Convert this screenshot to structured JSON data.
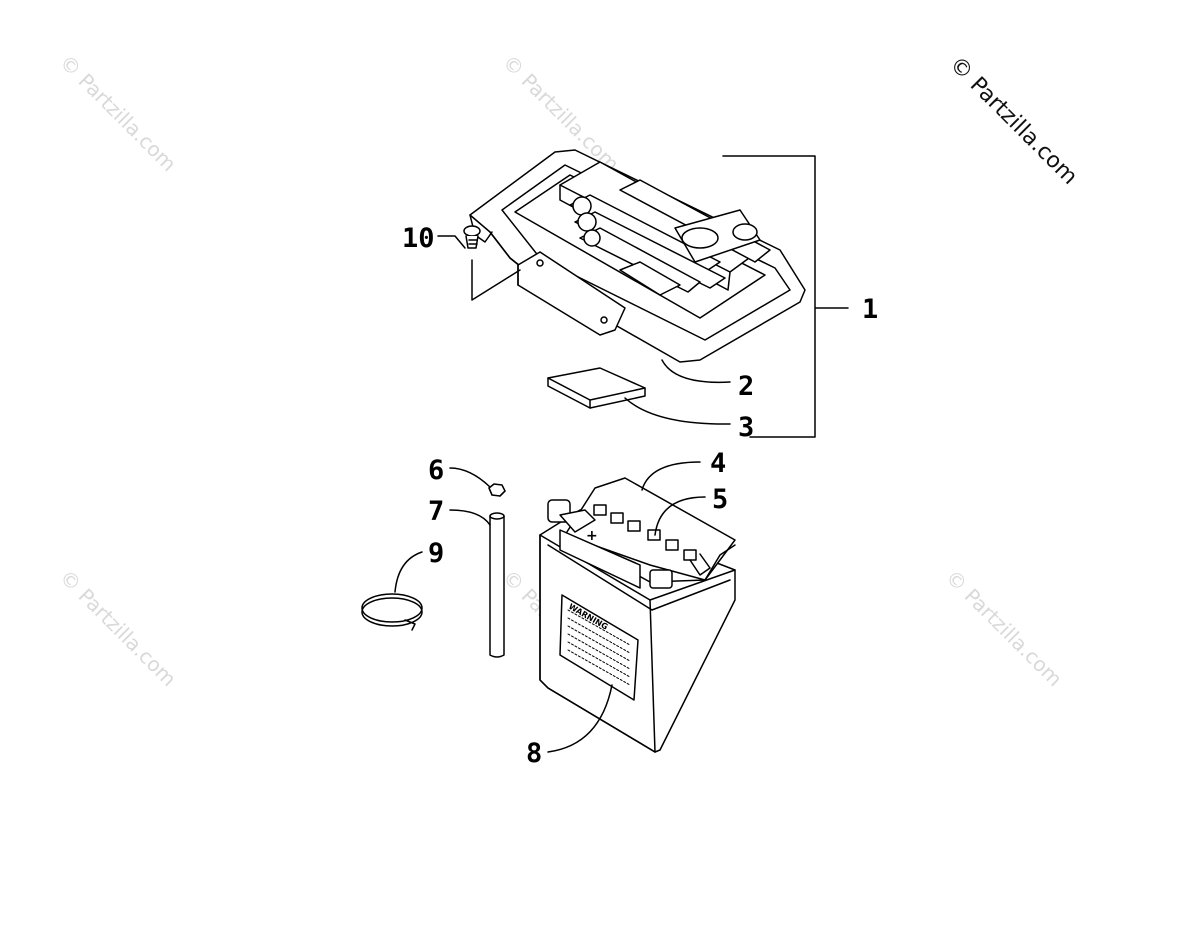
{
  "watermarks": [
    "© Partzilla.com",
    "© Partzilla.com",
    "© Partzilla.com",
    "© Partzilla.com",
    "© Partzilla.com"
  ],
  "copyright": "© Partzilla.com",
  "callouts": {
    "c1": "1",
    "c2": "2",
    "c3": "3",
    "c4": "4",
    "c5": "5",
    "c6": "6",
    "c7": "7",
    "c8": "8",
    "c9": "9",
    "c10": "10"
  },
  "battery": {
    "warning_label": "WARNING",
    "plus_sign": "+"
  },
  "colors": {
    "line": "#000000",
    "watermark": "#d9d9d9"
  }
}
